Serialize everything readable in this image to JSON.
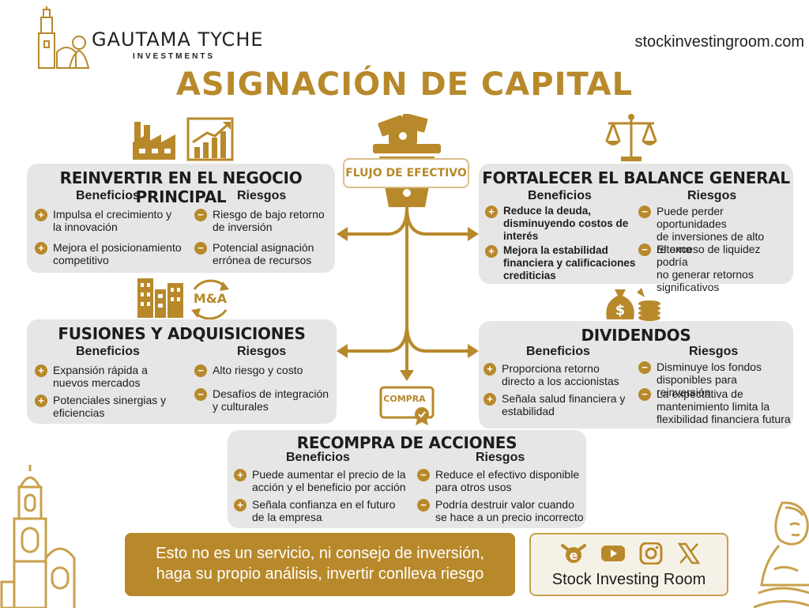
{
  "header": {
    "brand_name": "GAUTAMA TYCHE",
    "brand_sub": "INVESTMENTS",
    "site": "stockinvestingroom.com",
    "title": "ASIGNACIÓN DE CAPITAL"
  },
  "flow": {
    "label": "FLUJO DE EFECTIVO",
    "compra_label": "COMPRA",
    "ma_label": "M&A"
  },
  "reinvest": {
    "title": "REINVERTIR EN EL NEGOCIO PRINCIPAL",
    "benefits_head": "Beneficios",
    "risks_head": "Riesgos",
    "benefits": [
      [
        "Impulsa el crecimiento y",
        "la innovación"
      ],
      [
        "Mejora el posicionamiento",
        "competitivo"
      ]
    ],
    "risks": [
      [
        "Riesgo de bajo retorno",
        "de inversión"
      ],
      [
        "Potencial asignación",
        "errónea de recursos"
      ]
    ]
  },
  "balance": {
    "title": "FORTALECER EL BALANCE GENERAL",
    "benefits_head": "Beneficios",
    "risks_head": "Riesgos",
    "benefits": [
      [
        "Reduce la deuda,",
        "disminuyendo costos de",
        "interés"
      ],
      [
        "Mejora la estabilidad",
        "financiera y calificaciones",
        "crediticias"
      ]
    ],
    "risks": [
      [
        "Puede perder oportunidades",
        "de inversiones de alto",
        "retorno"
      ],
      [
        "El exceso de liquidez podría",
        "no generar retornos",
        "significativos"
      ]
    ]
  },
  "mna": {
    "title": "FUSIONES Y ADQUISICIONES",
    "benefits_head": "Beneficios",
    "risks_head": "Riesgos",
    "benefits": [
      [
        "Expansión rápida a",
        "nuevos mercados"
      ],
      [
        "Potenciales sinergias y",
        "eficiencias"
      ]
    ],
    "risks": [
      [
        "Alto riesgo y costo"
      ],
      [
        "Desafíos de integración",
        "y culturales"
      ]
    ]
  },
  "dividends": {
    "title": "DIVIDENDOS",
    "benefits_head": "Beneficios",
    "risks_head": "Riesgos",
    "benefits": [
      [
        "Proporciona retorno",
        "directo a los accionistas"
      ],
      [
        "Señala salud financiera y",
        "estabilidad"
      ]
    ],
    "risks": [
      [
        "Disminuye los fondos",
        "disponibles para reinversión"
      ],
      [
        "La expectativa de",
        "mantenimiento limita la",
        "flexibilidad financiera futura"
      ]
    ]
  },
  "buyback": {
    "title": "RECOMPRA DE ACCIONES",
    "benefits_head": "Beneficios",
    "risks_head": "Riesgos",
    "benefits": [
      [
        "Puede aumentar el precio de la",
        "acción y el beneficio por acción"
      ],
      [
        "Señala confianza en el futuro",
        "de la empresa"
      ]
    ],
    "risks": [
      [
        "Reduce el efectivo disponible",
        "para otros usos"
      ],
      [
        "Podría destruir valor cuando",
        "se hace a un precio incorrecto"
      ]
    ]
  },
  "footer": {
    "disclaimer_line1": "Esto no es un servicio, ni consejo de inversión,",
    "disclaimer_line2": "haga su propio análisis, invertir conlleva riesgo",
    "social_name": "Stock Investing Room",
    "icons": [
      "e-logo-icon",
      "youtube-icon",
      "instagram-icon",
      "x-icon"
    ]
  },
  "colors": {
    "gold": "#b8892b",
    "card": "#e6e6e6",
    "text": "#1c1c1c"
  }
}
